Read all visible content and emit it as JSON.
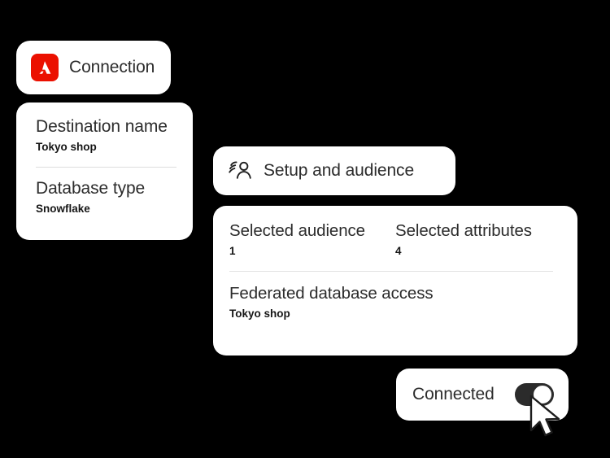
{
  "theme": {
    "background": "#000000",
    "card_background": "#ffffff",
    "accent_red": "#EB1000",
    "text_primary": "#2c2c2c",
    "text_value": "#161616",
    "divider": "#dedede",
    "toggle_on": "#2b2b2b"
  },
  "connection_card": {
    "logo_icon": "adobe-logo-icon",
    "label": "Connection"
  },
  "destination_card": {
    "fields": [
      {
        "title": "Destination name",
        "value": "Tokyo shop"
      },
      {
        "title": "Database type",
        "value": "Snowflake"
      }
    ]
  },
  "setup_card": {
    "icon": "audience-people-icon",
    "label": "Setup and audience"
  },
  "audience_details_card": {
    "columns": [
      {
        "label": "Selected audience",
        "count": "1"
      },
      {
        "label": "Selected attributes",
        "count": "4"
      }
    ],
    "federated": {
      "label": "Federated database access",
      "value": "Tokyo shop"
    }
  },
  "connected_card": {
    "label": "Connected",
    "toggle_state": "on"
  },
  "cursor": {
    "icon": "mouse-pointer-icon"
  }
}
